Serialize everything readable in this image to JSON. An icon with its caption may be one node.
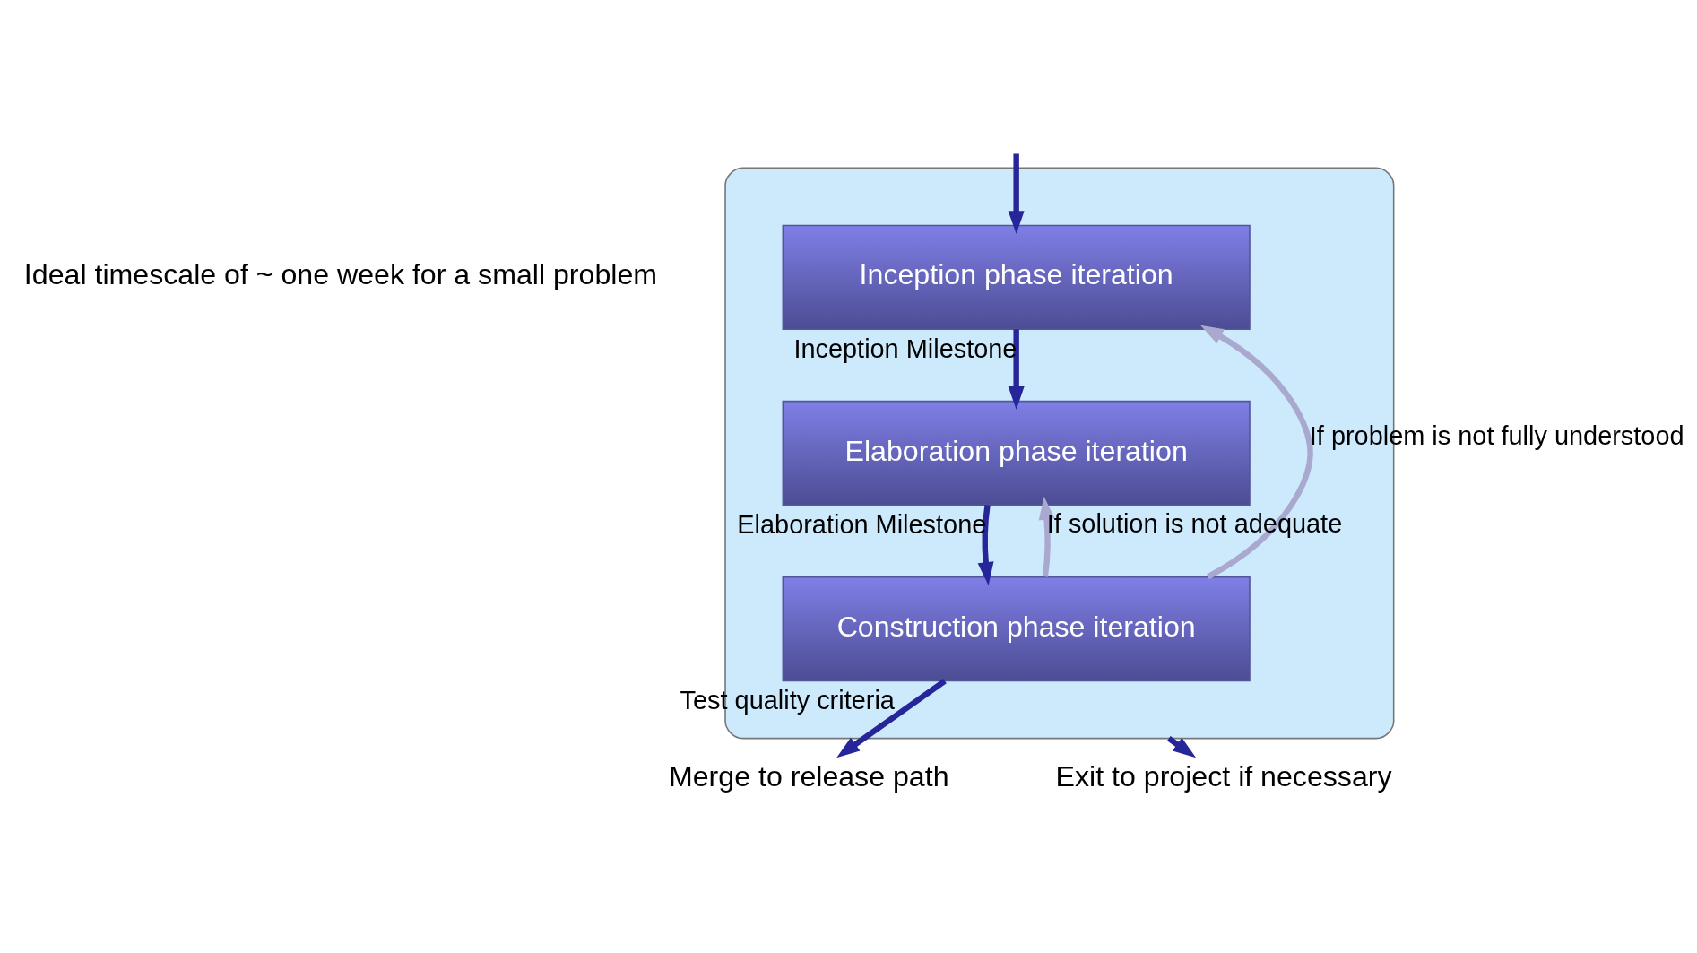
{
  "diagram": {
    "nodes": [
      {
        "text": [],
        "shape": "box"
      },
      {
        "text": [
          "Inception phase iteration"
        ],
        "in": 0
      },
      {
        "text": [
          "Elaboration phase iteration"
        ],
        "in": 0
      },
      {
        "text": [
          "Construction phase iteration"
        ],
        "in": 0
      },
      {
        "text": [
          "Merge to release path"
        ]
      },
      {
        "text": [
          "Exit to project if necessary"
        ]
      }
    ],
    "edges": [
      {
        "from": null,
        "to": 1,
        "arrow": "to"
      },
      {
        "from": 1,
        "to": 2,
        "arrow": "to",
        "label": "Inception Milestone"
      },
      {
        "from": 2,
        "to": 3,
        "arrow": "to",
        "label": "Elaboration Milestone"
      },
      {
        "from": 3,
        "to": 4,
        "arrow": "to",
        "label": "Test quality criteria"
      },
      {
        "from": 3,
        "to": 2,
        "arrow": "to",
        "label": "If solution is not adequate",
        "color": "#a9a9d0"
      },
      {
        "from": 3,
        "to": 1,
        "arrow": "to",
        "label": "If problem is not fully understood",
        "color": "#a9a9d0"
      },
      {
        "from": 0,
        "to": 5,
        "arrow": "to"
      }
    ],
    "labels": [
      "Ideal timescale of ~ one week for a small problem"
    ]
  }
}
